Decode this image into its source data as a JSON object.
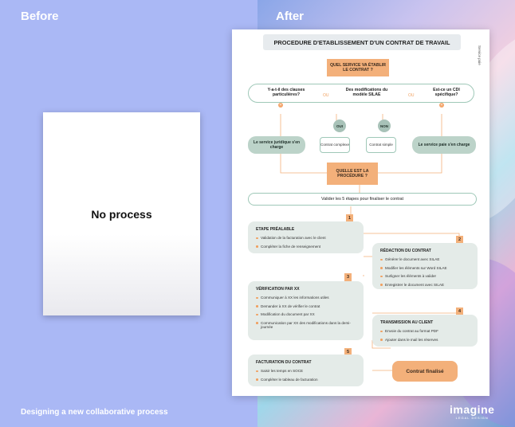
{
  "headings": {
    "before": "Before",
    "after": "After"
  },
  "before_doc": {
    "text": "No process"
  },
  "caption": "Designing a new collaborative process",
  "brand": {
    "name": "imagine",
    "sub": "LEGAL DESIGN"
  },
  "doc": {
    "title": "PROCEDURE D'ETABLISSEMENT D'UN CONTRAT DE TRAVAIL",
    "side_label": "Service paie",
    "q1": "QUEL SERVICE VA ÉTABLIR LE CONTRAT ?",
    "options": [
      "Y-a-t-il des clauses particulières?",
      "Des modifications du modèle SILAE",
      "Est-ce un CDI spécifique?"
    ],
    "ou": "OU",
    "oui": "OUI",
    "non": "NON",
    "left_service": "Le service juridique s'en charge",
    "contrat_complexe": "Contrat complexe",
    "contrat_simple": "Contrat simple",
    "right_service": "Le service paie s'en charge",
    "q2": "QUELLE EST LA PROCÉDURE ?",
    "valider": "Valider les 5 étapes pour finaliser le contrat",
    "steps": [
      {
        "num": "1",
        "title": "ETAPE PRÉALABLE",
        "items": [
          "Validation de la facturation avec le client",
          "Compléter la fiche de renseignement"
        ]
      },
      {
        "num": "2",
        "title": "RÉDACTION DU CONTRAT",
        "items": [
          "Générer le document avec SILAE",
          "Modifier les éléments sur Word SILAE",
          "Surligner les éléments à valider",
          "Enregistrer le document avec SILAE"
        ]
      },
      {
        "num": "3",
        "title": "VÉRIFICATION PAR XX",
        "items": [
          "Communiquer à XX les informations utiles",
          "Demander à XX de vérifier le contrat",
          "Modification du document par XX",
          "Communication par XX des modifications dans la demi-journée"
        ]
      },
      {
        "num": "4",
        "title": "TRANSMISSION AU CLIENT",
        "items": [
          "Envoie du contrat au format PDF",
          "Ajouter dans le mail les réserves"
        ]
      },
      {
        "num": "5",
        "title": "FACTURATION DU CONTRAT",
        "items": [
          "Saisir les temps en SOCE",
          "Compléter le tableau de facturation"
        ]
      }
    ],
    "final": "Contrat finalisé"
  }
}
